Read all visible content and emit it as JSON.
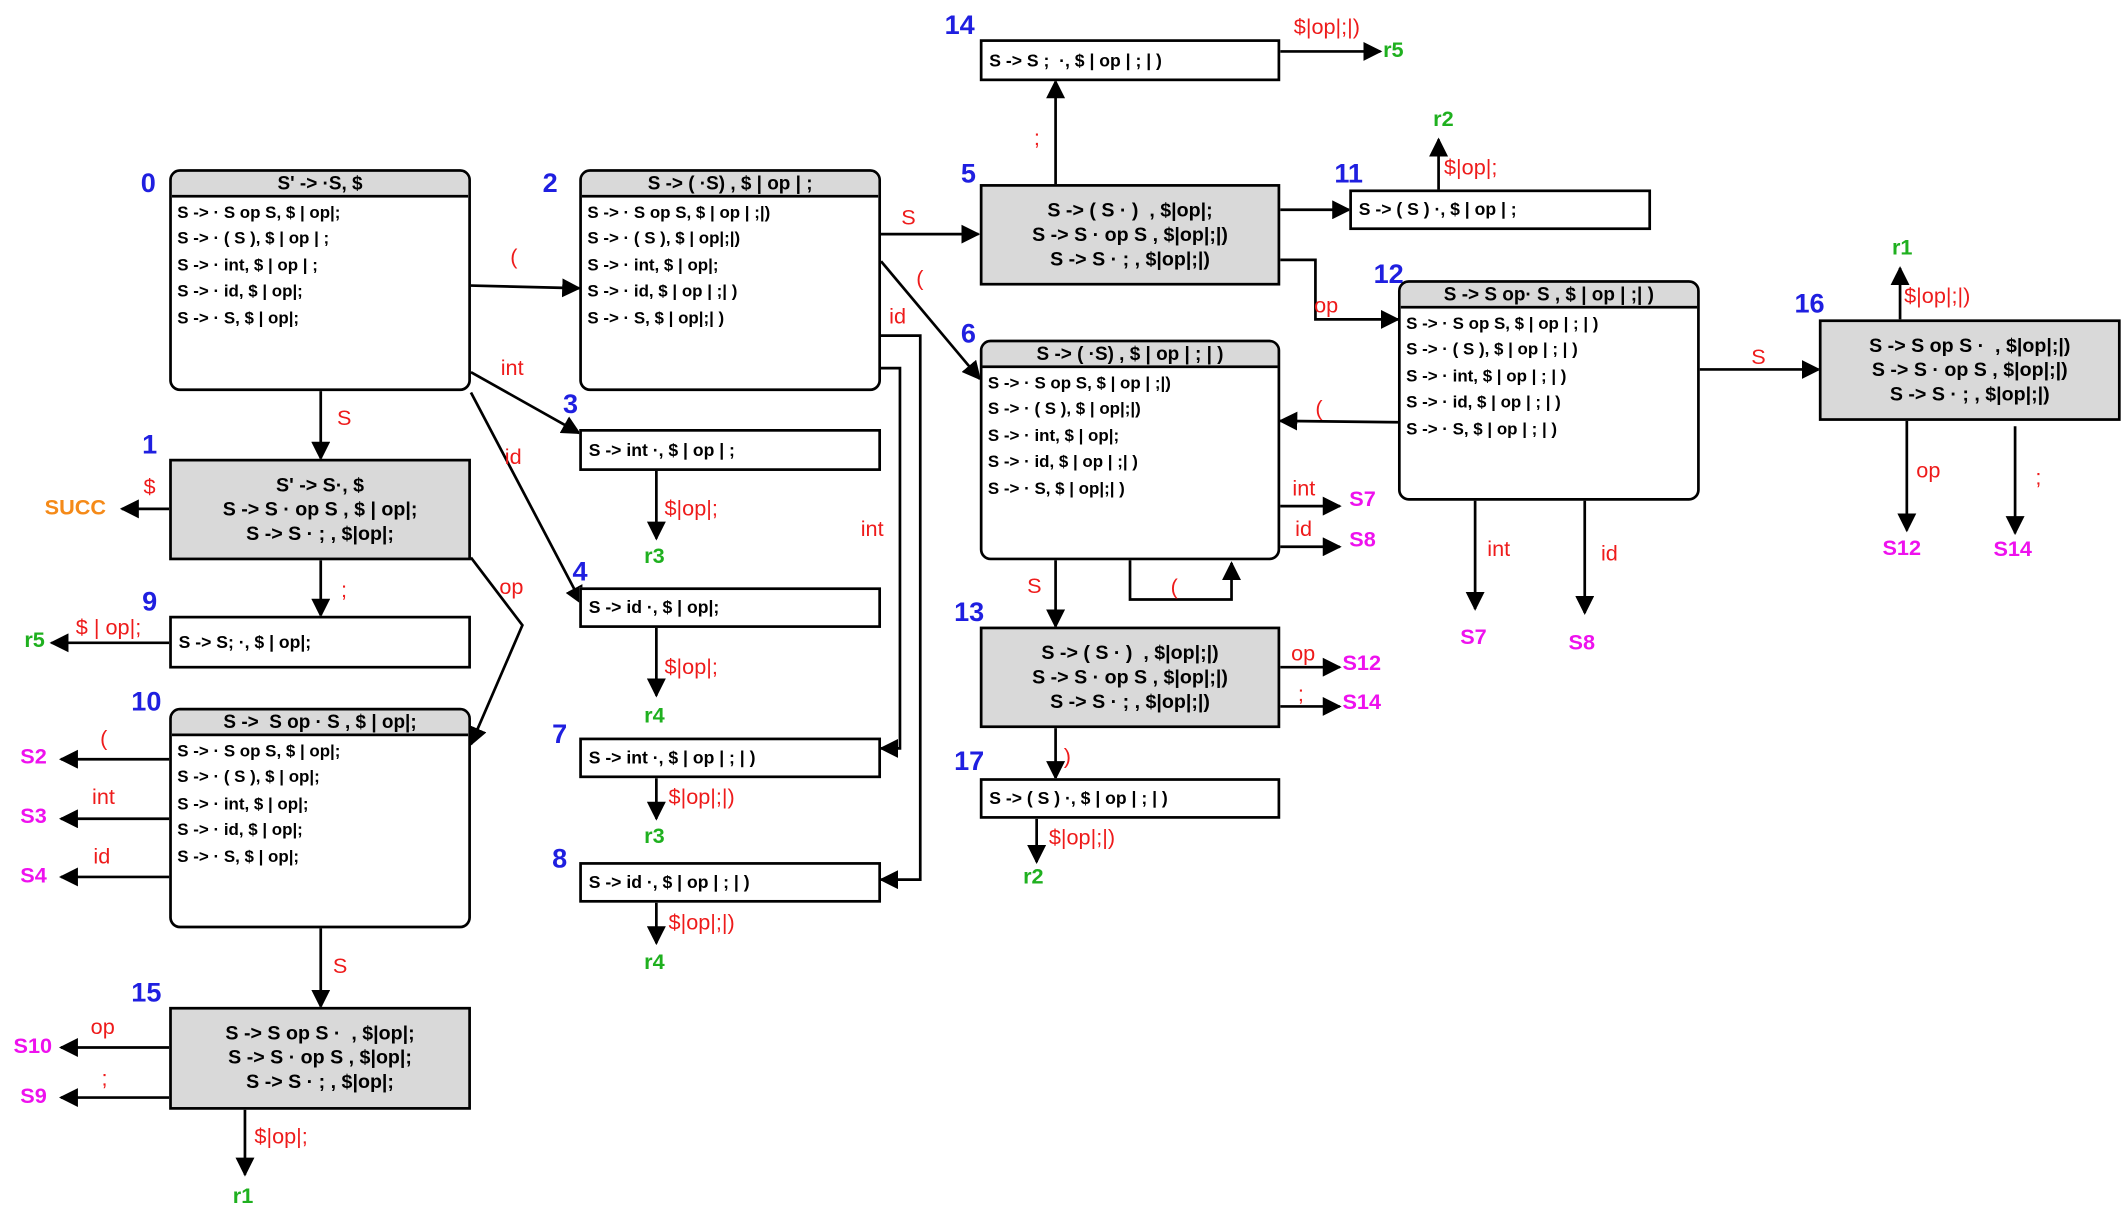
{
  "colors": {
    "state_number": "#1f1fe0",
    "edge_label": "#ee1b1b",
    "shift_target": "#ee11ee",
    "reduce_target": "#1fb01f",
    "success": "#f58a18",
    "state_fill": "#d9d9d9"
  },
  "states": {
    "s0": {
      "num": "0",
      "head": "S' -> ·S, $",
      "items": [
        "S -> · S op S, $ | op|;",
        "S -> · ( S ), $ | op | ;",
        "S -> · int, $ | op | ;",
        "S -> · id, $ | op|;",
        "S -> · S, $ | op|;"
      ]
    },
    "s1": {
      "num": "1",
      "items": [
        "S' -> S·, $",
        "S -> S · op S , $ | op|;",
        "S -> S · ; , $|op|;"
      ]
    },
    "s2": {
      "num": "2",
      "head": "S -> ( ·S) , $ | op | ;",
      "items": [
        "S -> · S op S, $ | op | ;|)",
        "S -> · ( S ), $ | op|;|)",
        "S -> · int, $ | op|;",
        "S -> · id, $ | op | ;| )",
        "S -> · S, $ | op|;| )"
      ]
    },
    "s3": {
      "num": "3",
      "items": [
        "S -> int ·, $ | op | ;"
      ]
    },
    "s4": {
      "num": "4",
      "items": [
        "S -> id ·, $ | op|;"
      ]
    },
    "s5": {
      "num": "5",
      "items": [
        "S -> ( S · )  , $|op|;",
        "S -> S · op S , $|op|;|)",
        "S -> S · ; , $|op|;|)"
      ]
    },
    "s6": {
      "num": "6",
      "head": "S -> ( ·S) , $ | op | ; | )",
      "items": [
        "S -> · S op S, $ | op | ;|)",
        "S -> · ( S ), $ | op|;|)",
        "S -> · int, $ | op|;",
        "S -> · id, $ | op | ;| )",
        "S -> · S, $ | op|;| )"
      ]
    },
    "s7": {
      "num": "7",
      "items": [
        "S -> int ·, $ | op | ; | )"
      ]
    },
    "s8": {
      "num": "8",
      "items": [
        "S -> id ·, $ | op | ; | )"
      ]
    },
    "s9": {
      "num": "9",
      "items": [
        "S -> S; ·, $ | op|;"
      ]
    },
    "s10": {
      "num": "10",
      "head": "S ->  S op · S , $ | op|;",
      "items": [
        "S -> · S op S, $ | op|;",
        "S -> · ( S ), $ | op|;",
        "S -> · int, $ | op|;",
        "S -> · id, $ | op|;",
        "S -> · S, $ | op|;"
      ]
    },
    "s11": {
      "num": "11",
      "items": [
        "S -> ( S ) ·, $ | op | ;"
      ]
    },
    "s12": {
      "num": "12",
      "head": "S -> S op· S , $ | op | ;| )",
      "items": [
        "S -> · S op S, $ | op | ; | )",
        "S -> · ( S ), $ | op | ; | )",
        "S -> · int, $ | op | ; | )",
        "S -> · id, $ | op | ; | )",
        "S -> · S, $ | op | ; | )"
      ]
    },
    "s13": {
      "num": "13",
      "items": [
        "S -> ( S · )  , $|op|;|)",
        "S -> S · op S , $|op|;|)",
        "S -> S · ; , $|op|;|)"
      ]
    },
    "s14": {
      "num": "14",
      "items": [
        "S -> S ;  ·, $ | op | ; | )"
      ]
    },
    "s15": {
      "num": "15",
      "items": [
        "S -> S op S ·  , $|op|;",
        "S -> S · op S , $|op|;",
        "S -> S · ; , $|op|;"
      ]
    },
    "s16": {
      "num": "16",
      "items": [
        "S -> S op S ·  , $|op|;|)",
        "S -> S · op S , $|op|;|)",
        "S -> S · ; , $|op|;|)"
      ]
    },
    "s17": {
      "num": "17",
      "items": [
        "S -> ( S ) ·, $ | op | ; | )"
      ]
    }
  },
  "edge_labels": {
    "e0_2": "(",
    "e0_1": "S",
    "e0_3": "int",
    "e0_4": "id",
    "e1_succ": "$",
    "e1_9": ";",
    "e1_10": "op",
    "e9_r5": "$ | op|;",
    "e10_s2": "(",
    "e10_s3": "int",
    "e10_s4": "id",
    "e10_15": "S",
    "e15_s10": "op",
    "e15_s9": ";",
    "e15_r1": "$|op|;",
    "e2_5": "S",
    "e2_6": "(",
    "e2_8": "id",
    "e2_7": "int",
    "e3_r3": "$|op|;",
    "e4_r4": "$|op|;",
    "e7_r3": "$|op|;|)",
    "e8_r4": "$|op|;|)",
    "e5_14": ";",
    "e14_r5": "$|op|;|)",
    "e11_r2": "$|op|;",
    "e5_12": "op",
    "e12_6": "(",
    "e12_16": "S",
    "e12_s7": "int",
    "e12_s8": "id",
    "e6_s7": "int",
    "e6_s8": "id",
    "e6_self": "(",
    "e6_13": "S",
    "e13_s12": "op",
    "e13_s14": ";",
    "e13_17": ")",
    "e17_r2": "$|op|;|)",
    "e16_r1": "$|op|;|)",
    "e16_s12": "op",
    "e16_s14": ";"
  },
  "targets": {
    "succ": "SUCC",
    "r5_a": "r5",
    "s2": "S2",
    "s3": "S3",
    "s4": "S4",
    "s10": "S10",
    "s9": "S9",
    "r1_a": "r1",
    "r3_a": "r3",
    "r4_a": "r4",
    "r3_b": "r3",
    "r4_b": "r4",
    "r5_b": "r5",
    "r2_a": "r2",
    "s7_a": "S7",
    "s8_a": "S8",
    "s12_a": "S12",
    "s14_a": "S14",
    "r2_b": "r2",
    "s7_b": "S7",
    "s8_b": "S8",
    "r1_b": "r1",
    "s12_b": "S12",
    "s14_b": "S14"
  }
}
